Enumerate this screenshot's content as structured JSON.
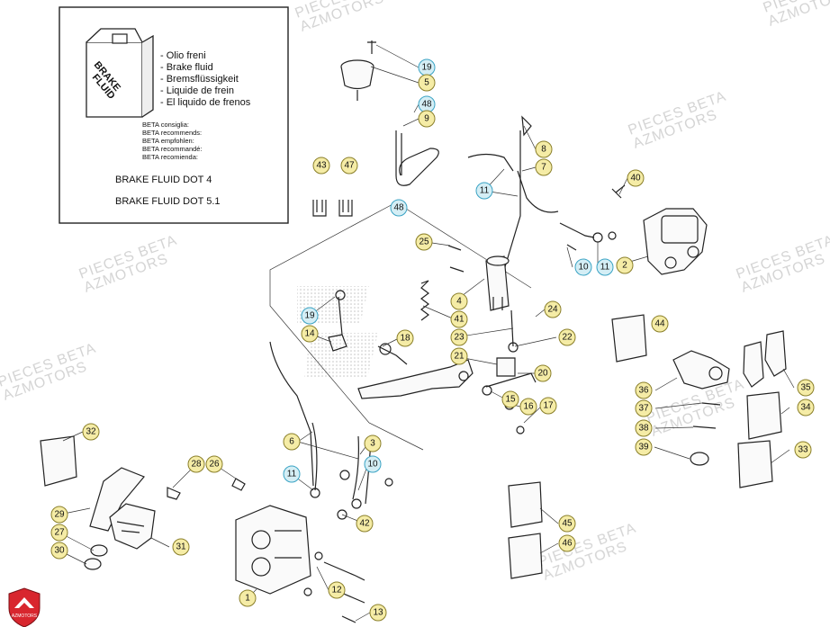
{
  "info_box": {
    "can_label_1": "BRAKE",
    "can_label_2": "FLUID",
    "languages": [
      "- Olio freni",
      "- Brake fluid",
      "- Bremsflüssigkeit",
      "- Liquide de frein",
      "- El liquido de frenos"
    ],
    "recommends": [
      "BETA consiglia:",
      "BETA recommends:",
      "BETA empfohlen:",
      "BETA recommandé:",
      "BETA recomienda:"
    ],
    "fluid_1": "BRAKE FLUID DOT 4",
    "fluid_2": "BRAKE FLUID DOT 5.1"
  },
  "watermark": {
    "line1": "PIECES BETA",
    "line2": "AZMOTORS"
  },
  "logo_text": "AZMOTORS",
  "callouts": [
    {
      "n": "19",
      "c": "cyan"
    },
    {
      "n": "5",
      "c": "yellow"
    },
    {
      "n": "48",
      "c": "cyan"
    },
    {
      "n": "9",
      "c": "yellow"
    },
    {
      "n": "43",
      "c": "yellow"
    },
    {
      "n": "47",
      "c": "yellow"
    },
    {
      "n": "48",
      "c": "cyan"
    },
    {
      "n": "8",
      "c": "yellow"
    },
    {
      "n": "7",
      "c": "yellow"
    },
    {
      "n": "11",
      "c": "cyan"
    },
    {
      "n": "40",
      "c": "yellow"
    },
    {
      "n": "25",
      "c": "yellow"
    },
    {
      "n": "10",
      "c": "cyan"
    },
    {
      "n": "11",
      "c": "cyan"
    },
    {
      "n": "2",
      "c": "yellow"
    },
    {
      "n": "4",
      "c": "yellow"
    },
    {
      "n": "24",
      "c": "yellow"
    },
    {
      "n": "41",
      "c": "yellow"
    },
    {
      "n": "19",
      "c": "cyan"
    },
    {
      "n": "14",
      "c": "yellow"
    },
    {
      "n": "18",
      "c": "yellow"
    },
    {
      "n": "23",
      "c": "yellow"
    },
    {
      "n": "22",
      "c": "yellow"
    },
    {
      "n": "44",
      "c": "yellow"
    },
    {
      "n": "21",
      "c": "yellow"
    },
    {
      "n": "20",
      "c": "yellow"
    },
    {
      "n": "15",
      "c": "yellow"
    },
    {
      "n": "16",
      "c": "yellow"
    },
    {
      "n": "17",
      "c": "yellow"
    },
    {
      "n": "36",
      "c": "yellow"
    },
    {
      "n": "35",
      "c": "yellow"
    },
    {
      "n": "37",
      "c": "yellow"
    },
    {
      "n": "34",
      "c": "yellow"
    },
    {
      "n": "38",
      "c": "yellow"
    },
    {
      "n": "6",
      "c": "yellow"
    },
    {
      "n": "3",
      "c": "yellow"
    },
    {
      "n": "39",
      "c": "yellow"
    },
    {
      "n": "33",
      "c": "yellow"
    },
    {
      "n": "32",
      "c": "yellow"
    },
    {
      "n": "28",
      "c": "yellow"
    },
    {
      "n": "26",
      "c": "yellow"
    },
    {
      "n": "11",
      "c": "cyan"
    },
    {
      "n": "10",
      "c": "cyan"
    },
    {
      "n": "29",
      "c": "yellow"
    },
    {
      "n": "42",
      "c": "yellow"
    },
    {
      "n": "45",
      "c": "yellow"
    },
    {
      "n": "27",
      "c": "yellow"
    },
    {
      "n": "30",
      "c": "yellow"
    },
    {
      "n": "31",
      "c": "yellow"
    },
    {
      "n": "46",
      "c": "yellow"
    },
    {
      "n": "12",
      "c": "yellow"
    },
    {
      "n": "1",
      "c": "yellow"
    },
    {
      "n": "13",
      "c": "yellow"
    }
  ],
  "colors": {
    "yellow_fill": "#f5eca6",
    "yellow_stroke": "#8a7f2a",
    "cyan_fill": "#d4eef5",
    "cyan_stroke": "#3aa3c4",
    "logo_red": "#d8262e"
  }
}
